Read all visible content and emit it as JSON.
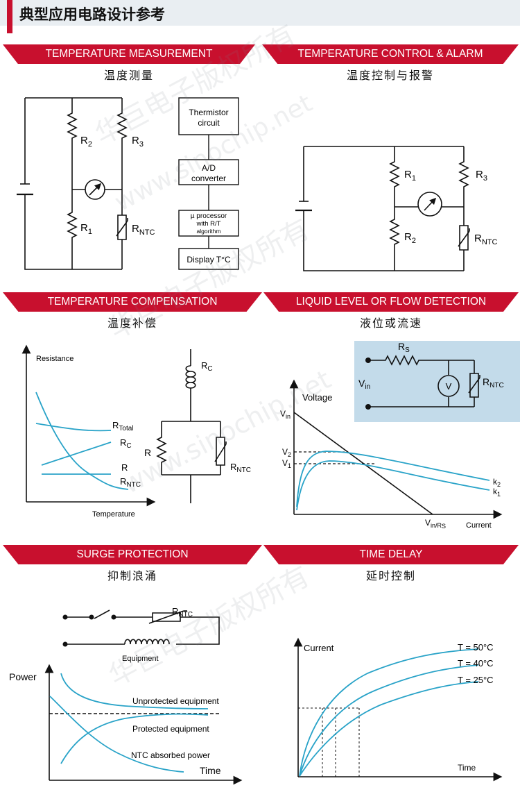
{
  "page_title": "典型应用电路设计参考",
  "colors": {
    "accent_red": "#c8102e",
    "curve_blue": "#29a3c8",
    "inset_bg": "#c3dbea"
  },
  "sections": {
    "meas": {
      "title": "TEMPERATURE MEASUREMENT",
      "subtitle": "温度测量"
    },
    "ctrl": {
      "title": "TEMPERATURE CONTROL & ALARM",
      "subtitle": "温度控制与报警"
    },
    "comp": {
      "title": "TEMPERATURE COMPENSATION",
      "subtitle": "温度补偿"
    },
    "level": {
      "title": "LIQUID LEVEL OR FLOW DETECTION",
      "subtitle": "液位或流速"
    },
    "surge": {
      "title": "SURGE PROTECTION",
      "subtitle": "抑制浪涌"
    },
    "delay": {
      "title": "TIME DELAY",
      "subtitle": "延时控制"
    }
  },
  "meas": {
    "r2": "R",
    "r2_sub": "2",
    "r3": "R",
    "r3_sub": "3",
    "r1": "R",
    "r1_sub": "1",
    "rntc": "R",
    "rntc_sub": "NTC",
    "block1_l1": "Thermistor",
    "block1_l2": "circuit",
    "block2_l1": "A/D",
    "block2_l2": "converter",
    "block3_l1": "µ processor",
    "block3_l2": "with R/T",
    "block3_l3": "algorithm",
    "block4": "Display T°C"
  },
  "ctrl": {
    "r1": "R",
    "r1_sub": "1",
    "r2": "R",
    "r2_sub": "2",
    "r3": "R",
    "r3_sub": "3",
    "rntc": "R",
    "rntc_sub": "NTC"
  },
  "comp": {
    "ylabel": "Resistance",
    "xlabel": "Temperature",
    "rtotal": "R",
    "rtotal_sub": "Total",
    "rc": "R",
    "rc_sub": "C",
    "r": "R",
    "rntc": "R",
    "rntc_sub": "NTC",
    "circ_rc": "R",
    "circ_rc_sub": "C",
    "circ_r": "R",
    "circ_rntc": "R",
    "circ_rntc_sub": "NTC"
  },
  "level": {
    "ylabel": "Voltage",
    "xlabel": "Current",
    "vin": "V",
    "vin_sub": "in",
    "v2": "V",
    "v2_sub": "2",
    "v1": "V",
    "v1_sub": "1",
    "vinrs": "V",
    "vinrs_sub": "in/R",
    "vinrs_sub2": "S",
    "k2": "k",
    "k2_sub": "2",
    "k1": "k",
    "k1_sub": "1",
    "inset_rs": "R",
    "inset_rs_sub": "S",
    "inset_vin": "V",
    "inset_vin_sub": "in",
    "inset_meter": "V",
    "inset_rntc": "R",
    "inset_rntc_sub": "NTC"
  },
  "surge": {
    "rntc": "R",
    "rntc_sub": "NTC",
    "equipment": "Equipment",
    "ylabel": "Power",
    "xlabel": "Time",
    "curve_unprotected": "Unprotected equipment",
    "curve_protected": "Protected equipment",
    "curve_ntc": "NTC absorbed power"
  },
  "delay": {
    "ylabel": "Current",
    "xlabel": "Time",
    "t50": "T = 50°C",
    "t40": "T = 40°C",
    "t25": "T = 25°C"
  },
  "watermark": {
    "text_cn": "华巨电子版权所有",
    "text_url": "www.sinochip.net"
  }
}
